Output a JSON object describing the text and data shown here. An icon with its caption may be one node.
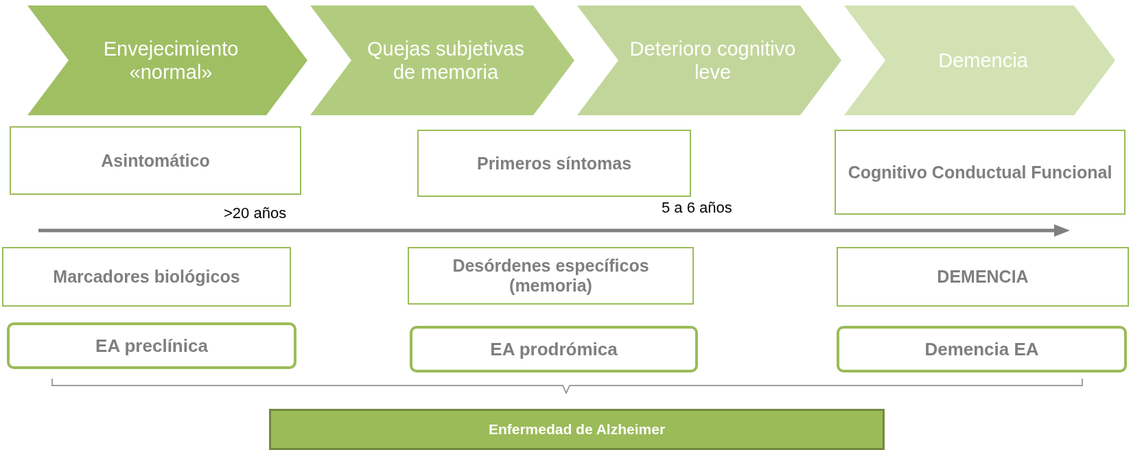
{
  "diagram": {
    "nodes": [
      {
        "text": [
          "Envejecimiento «normal»"
        ]
      },
      {
        "text": [
          "Quejas subjetivas de memoria"
        ]
      },
      {
        "text": [
          "Deterioro cognitivo leve"
        ]
      },
      {
        "text": [
          "Demencia"
        ]
      },
      {
        "text": [
          "Asintomático"
        ]
      },
      {
        "text": [
          "Primeros síntomas"
        ]
      },
      {
        "text": [
          "Cognitivo Conductual Funcional"
        ]
      },
      {
        "text": [
          "Marcadores biológicos"
        ]
      },
      {
        "text": [
          "Desórdenes específicos (memoria)"
        ]
      },
      {
        "text": [
          "DEMENCIA"
        ]
      },
      {
        "text": [
          "EA preclínica"
        ]
      },
      {
        "text": [
          "EA prodrómica"
        ]
      },
      {
        "text": [
          "Demencia EA"
        ]
      },
      {
        "text": [
          "Enfermedad de Alzheimer"
        ]
      }
    ],
    "edges": [],
    "labels": [
      ">20 años",
      "5 a 6 años"
    ]
  }
}
